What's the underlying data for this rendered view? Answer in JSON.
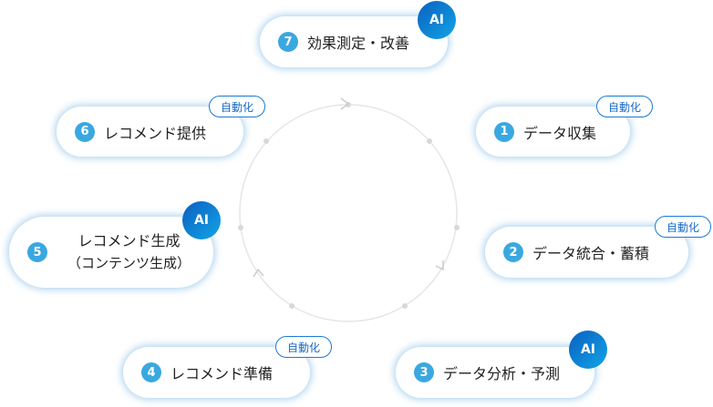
{
  "steps": [
    {
      "num": "1",
      "label": "データ収集",
      "badge": "自動化"
    },
    {
      "num": "2",
      "label": "データ統合・蓄積",
      "badge": "自動化"
    },
    {
      "num": "3",
      "label": "データ分析・予測",
      "badge": "AI"
    },
    {
      "num": "4",
      "label": "レコメンド準備",
      "badge": "自動化"
    },
    {
      "num": "5",
      "label": "レコメンド生成",
      "sublabel": "（コンテンツ生成）",
      "badge": "AI"
    },
    {
      "num": "6",
      "label": "レコメンド提供",
      "badge": "自動化"
    },
    {
      "num": "7",
      "label": "効果測定・改善",
      "badge": "AI"
    }
  ],
  "colors": {
    "accent": "#3aa8e0",
    "ai_badge": "#0a5fc0",
    "auto_badge": "#1a7ad4"
  }
}
